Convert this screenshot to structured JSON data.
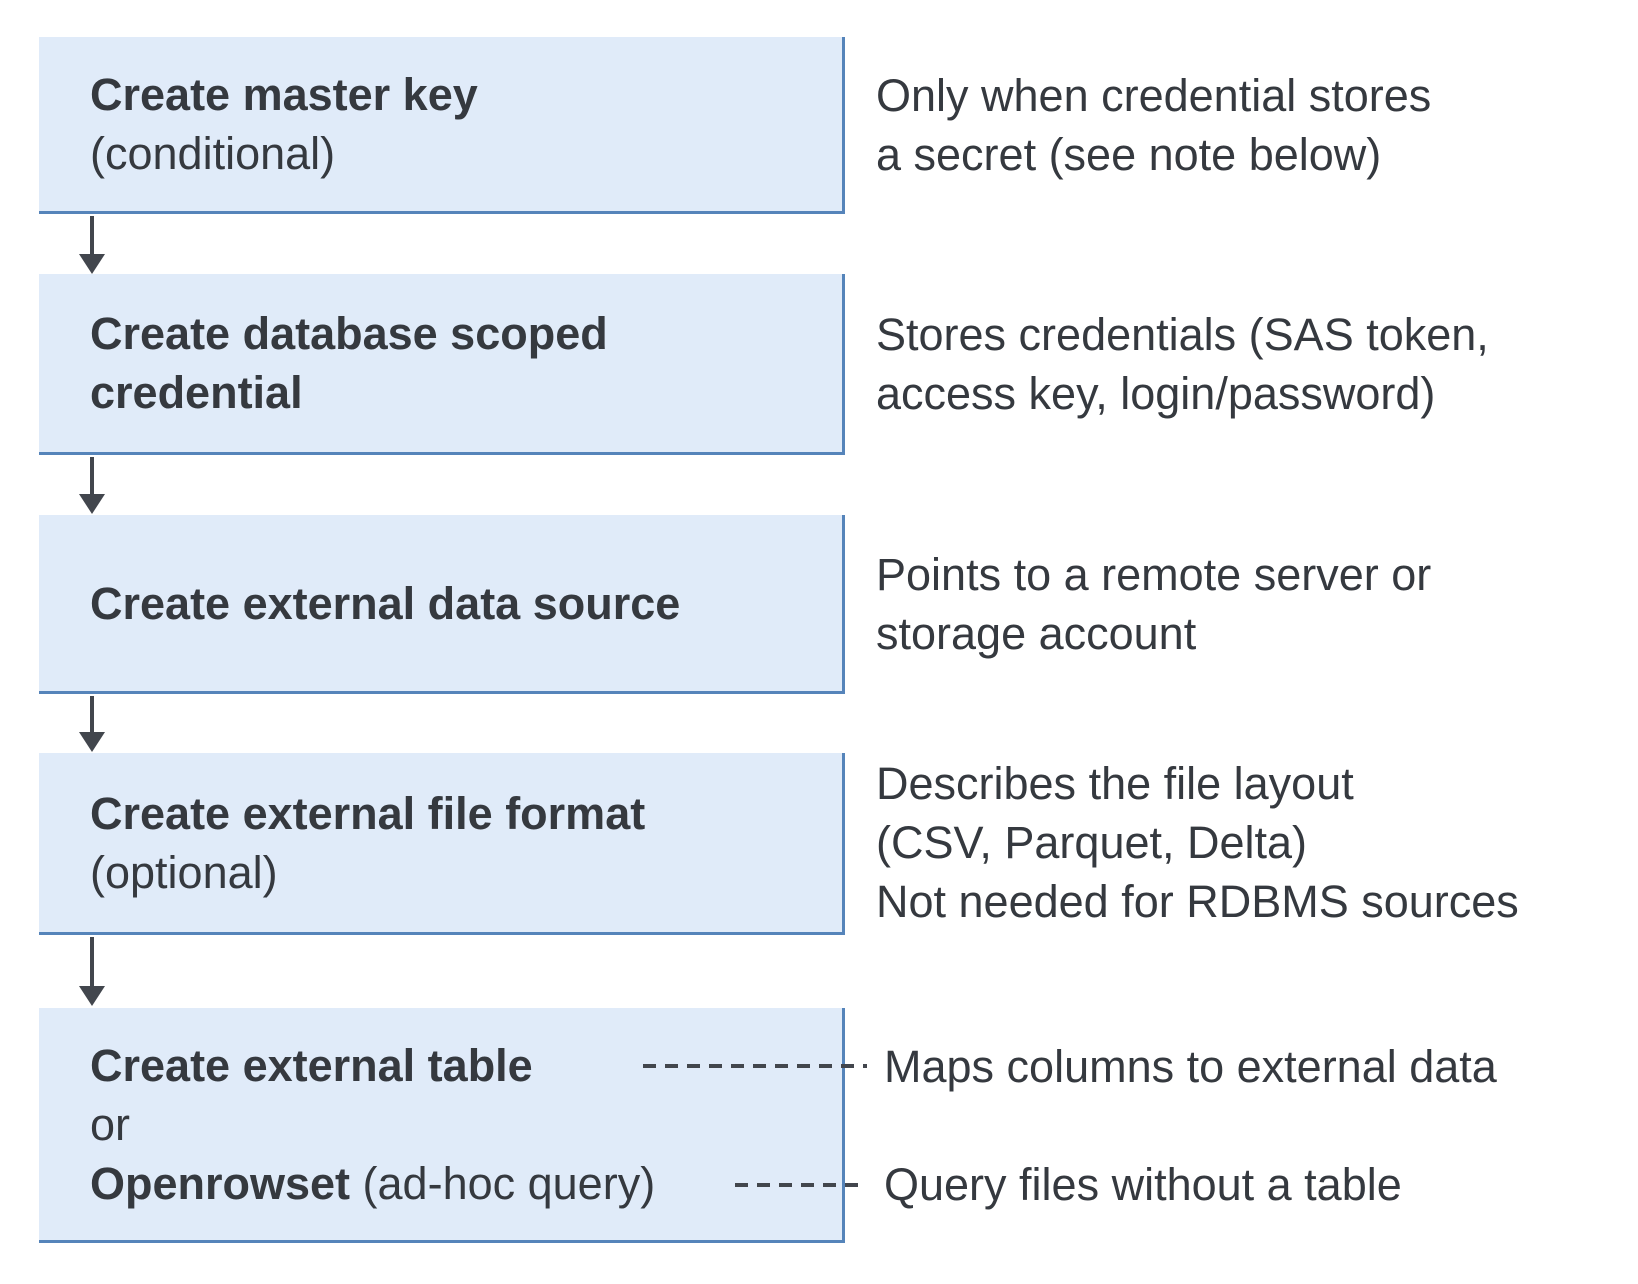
{
  "colors": {
    "box_fill": "#e0ebf9",
    "box_border": "#5584ba",
    "text": "#35393f",
    "arrow": "#42464d"
  },
  "boxes": [
    {
      "title": "Create master key",
      "note": "(conditional)"
    },
    {
      "title": "Create database scoped",
      "title2": "credential"
    },
    {
      "title": "Create external data source"
    },
    {
      "title": "Create external file format",
      "note": "(optional)"
    },
    {
      "title": "Create external table",
      "or_label": "or",
      "alt_bold": "Openrowset",
      "alt_rest": " (ad-hoc query)"
    }
  ],
  "annotations": [
    {
      "lines": [
        "Only when credential stores",
        "a secret (see note below)"
      ]
    },
    {
      "lines": [
        "Stores credentials (SAS token,",
        "access key, login/password)"
      ]
    },
    {
      "lines": [
        "Points to a remote server or",
        "storage account"
      ]
    },
    {
      "lines": [
        "Describes the file layout",
        "(CSV, Parquet, Delta)",
        "Not needed for RDBMS sources"
      ]
    },
    {
      "lines": [
        "Maps columns to external data"
      ]
    },
    {
      "lines": [
        "Query files without a table"
      ]
    }
  ]
}
